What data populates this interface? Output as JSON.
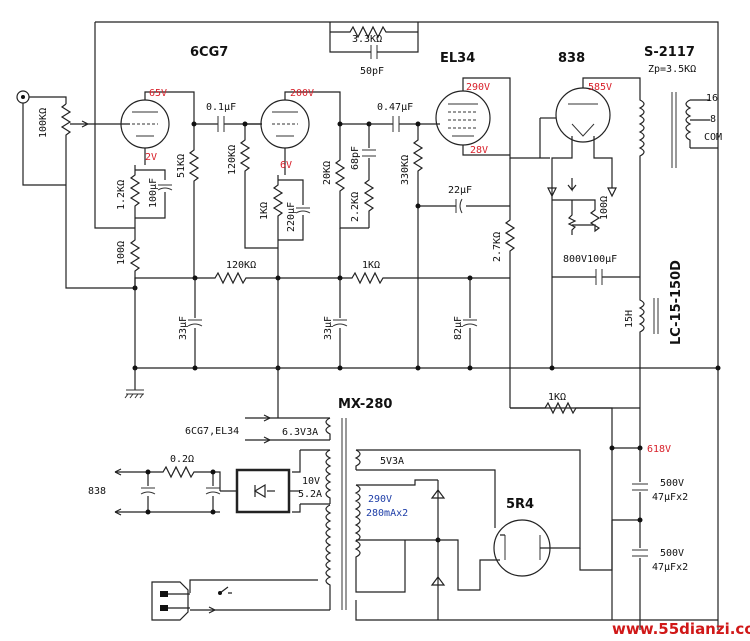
{
  "tubes": {
    "v1": "6CG7",
    "v2": "EL34",
    "v3": "838",
    "rect": "5R4"
  },
  "transformers": {
    "output": "S-2117",
    "output_impedance": "Zp=3.5KΩ",
    "output_taps": [
      "16",
      "8",
      "COM"
    ],
    "power": "MX-280",
    "choke": "LC-15-150D",
    "choke_value": "15H"
  },
  "voltages": {
    "v65": "65V",
    "v2": "2V",
    "v200": "200V",
    "v6": "6V",
    "v290": "290V",
    "v28": "28V",
    "v585": "585V",
    "v618": "618V"
  },
  "components": {
    "r_fb": "3.3KΩ",
    "c_fb": "50pF",
    "vol": "100KΩ",
    "c1": "0.1μF",
    "c2": "0.47μF",
    "r1": "1.2KΩ",
    "c3": "100μF",
    "r2": "51KΩ",
    "r3": "120KΩ",
    "r4": "1KΩ",
    "c4": "220μF",
    "r5": "20KΩ",
    "c5": "68pF",
    "r6": "2.2KΩ",
    "r7": "330KΩ",
    "c6": "22μF",
    "r8": "2.7KΩ",
    "r9": "100Ω",
    "r10": "100Ω",
    "r11": "120KΩ",
    "r12": "1KΩ",
    "c7": "33μF",
    "c8": "33μF",
    "c9": "82μF",
    "c10": "800V100μF",
    "r13": "1KΩ",
    "r14": "0.2Ω",
    "c11": "500V",
    "c11b": "47μFx2",
    "c12": "500V",
    "c12b": "47μFx2"
  },
  "windings": {
    "heater_label": "6CG7,EL34",
    "heater": "6.3V3A",
    "fil_838": "838",
    "w10v": "10V",
    "w52a": "5.2A",
    "w5v": "5V3A",
    "hv": "290V",
    "hv_current": "280mAx2"
  },
  "watermark": "www.55dianzi.com",
  "colors": {
    "voltage": "#d8202a",
    "winding": "#1e3ea8",
    "watermark": "#d01818"
  }
}
